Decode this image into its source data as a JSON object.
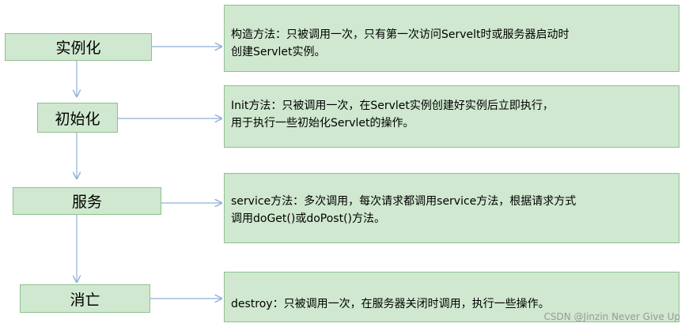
{
  "stages": [
    {
      "label": "实例化"
    },
    {
      "label": "初始化"
    },
    {
      "label": "服务"
    },
    {
      "label": "消亡"
    }
  ],
  "notes": [
    {
      "lines": [
        "构造方法：只被调用一次，只有第一次访问Servelt时或服务器启动时",
        "创建Servlet实例。"
      ]
    },
    {
      "lines": [
        "Init方法：只被调用一次，在Servlet实例创建好实例后立即执行，",
        "用于执行一些初始化Servlet的操作。"
      ]
    },
    {
      "lines": [
        "service方法：多次调用，每次请求都调用service方法，根据请求方式",
        "调用doGet()或doPost()方法。"
      ]
    },
    {
      "lines": [
        "destroy：只被调用一次，在服务器关闭时调用，执行一些操作。"
      ]
    }
  ],
  "watermark": "CSDN @Jinzin Never Give Up",
  "colors": {
    "box_fill": "#cfe8cf",
    "box_border": "#8fc08f",
    "arrow": "#8fb0d8"
  }
}
